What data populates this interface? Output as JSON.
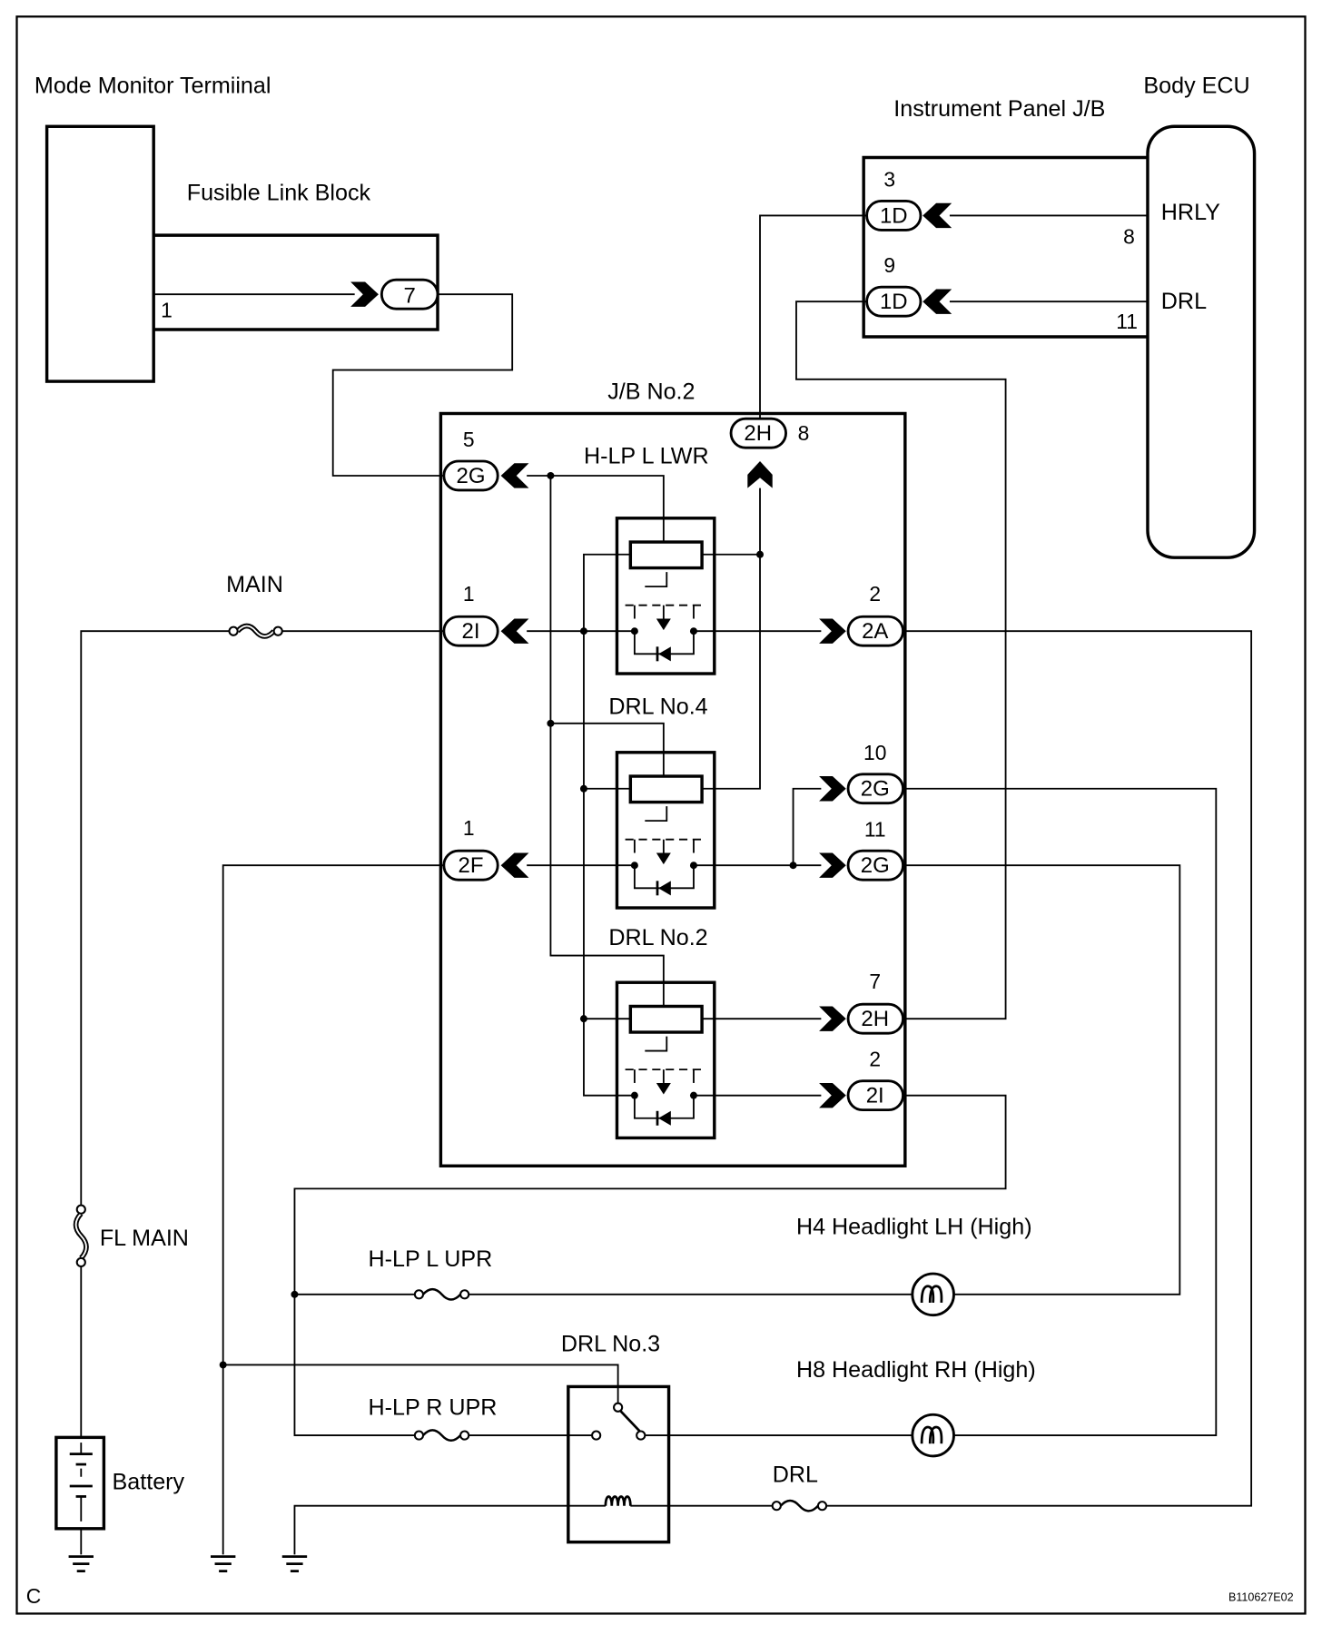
{
  "mode_monitor": {
    "label": "Mode Monitor Termiinal",
    "pin": "1"
  },
  "fusible_link_block": {
    "label": "Fusible Link Block",
    "connector": "7"
  },
  "instrument_panel_jb": {
    "label": "Instrument Panel J/B",
    "hrly_connector": {
      "id": "1D",
      "pin": "3"
    },
    "drl_connector": {
      "id": "1D",
      "pin": "9"
    }
  },
  "body_ecu": {
    "label": "Body ECU",
    "hrly": {
      "name": "HRLY",
      "pin": "8"
    },
    "drl": {
      "name": "DRL",
      "pin": "11"
    }
  },
  "jb_no2": {
    "label": "J/B No.2",
    "connectors": {
      "c2h_8": {
        "id": "2H",
        "pin": "8"
      },
      "c2g_5": {
        "id": "2G",
        "pin": "5"
      },
      "c2i_1": {
        "id": "2I",
        "pin": "1"
      },
      "c2a_2": {
        "id": "2A",
        "pin": "2"
      },
      "c2g_10": {
        "id": "2G",
        "pin": "10"
      },
      "c2f_1": {
        "id": "2F",
        "pin": "1"
      },
      "c2g_11": {
        "id": "2G",
        "pin": "11"
      },
      "c2h_7": {
        "id": "2H",
        "pin": "7"
      },
      "c2i_2": {
        "id": "2I",
        "pin": "2"
      }
    },
    "relays": [
      "H-LP L LWR",
      "DRL No.4",
      "DRL No.2"
    ]
  },
  "fuses": {
    "main": "MAIN",
    "fl_main": "FL MAIN",
    "hlp_l_upr": "H-LP L UPR",
    "hlp_r_upr": "H-LP R UPR",
    "drl": "DRL"
  },
  "drl_no3_relay": "DRL No.3",
  "headlights": {
    "lh_high": "H4 Headlight LH (High)",
    "rh_high": "H8 Headlight RH (High)"
  },
  "battery": "Battery",
  "corner_mark": "C",
  "figure_id": "B110627E02"
}
